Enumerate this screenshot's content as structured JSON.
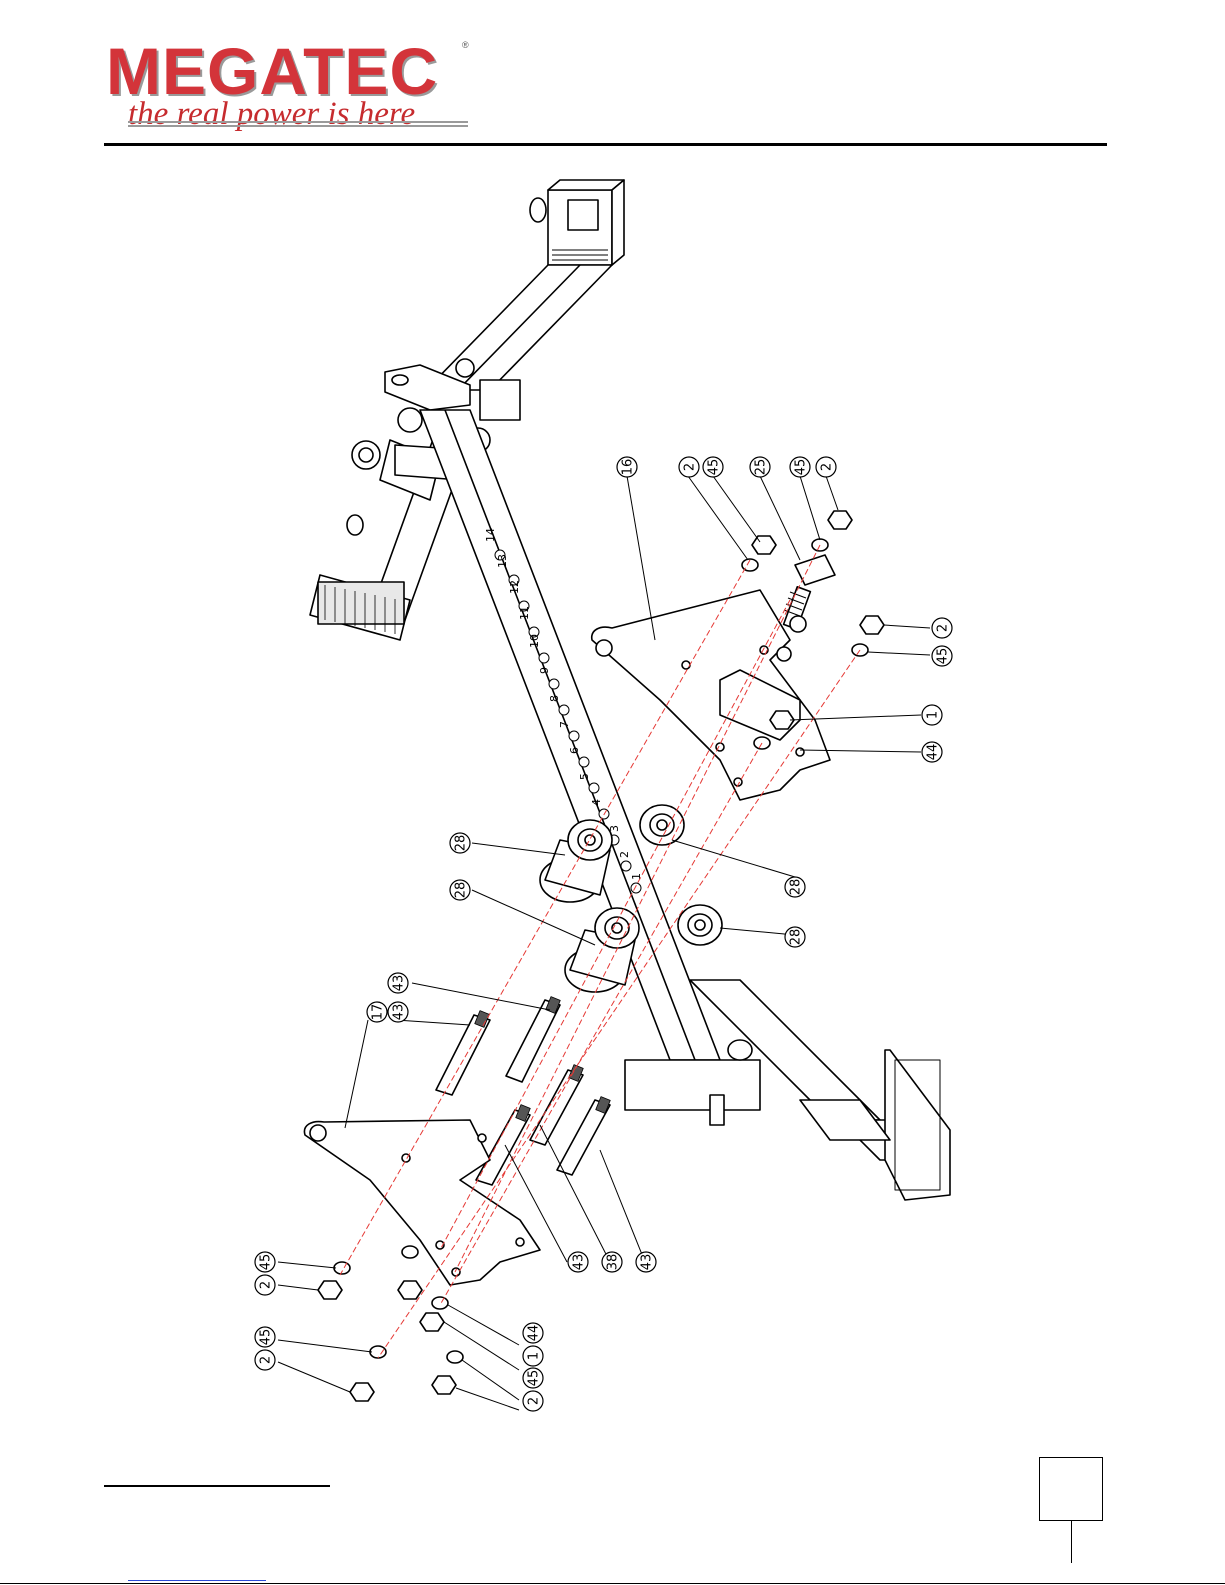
{
  "logo": {
    "brand": "MEGATEC",
    "registered": "®",
    "tagline": "the real power is here"
  },
  "callouts": [
    {
      "id": "c1",
      "label": "16"
    },
    {
      "id": "c2",
      "label": "45"
    },
    {
      "id": "c3",
      "label": "2"
    },
    {
      "id": "c4",
      "label": "25"
    },
    {
      "id": "c5",
      "label": "45"
    },
    {
      "id": "c6",
      "label": "2"
    },
    {
      "id": "c7",
      "label": "2"
    },
    {
      "id": "c8",
      "label": "45"
    },
    {
      "id": "c9",
      "label": "1"
    },
    {
      "id": "c10",
      "label": "44"
    },
    {
      "id": "c11",
      "label": "28"
    },
    {
      "id": "c12",
      "label": "28"
    },
    {
      "id": "c13",
      "label": "28"
    },
    {
      "id": "c14",
      "label": "28"
    },
    {
      "id": "c15",
      "label": "17"
    },
    {
      "id": "c16",
      "label": "43"
    },
    {
      "id": "c17",
      "label": "43"
    },
    {
      "id": "c18",
      "label": "43"
    },
    {
      "id": "c19",
      "label": "38"
    },
    {
      "id": "c20",
      "label": "43"
    },
    {
      "id": "c21",
      "label": "45"
    },
    {
      "id": "c22",
      "label": "2"
    },
    {
      "id": "c23",
      "label": "45"
    },
    {
      "id": "c24",
      "label": "2"
    },
    {
      "id": "c25",
      "label": "44"
    },
    {
      "id": "c26",
      "label": "1"
    },
    {
      "id": "c27",
      "label": "45"
    },
    {
      "id": "c28",
      "label": "2"
    }
  ],
  "scale_marks": [
    "1",
    "2",
    "3",
    "4",
    "5",
    "6",
    "7",
    "8",
    "9",
    "10",
    "11",
    "12",
    "13",
    "14"
  ]
}
